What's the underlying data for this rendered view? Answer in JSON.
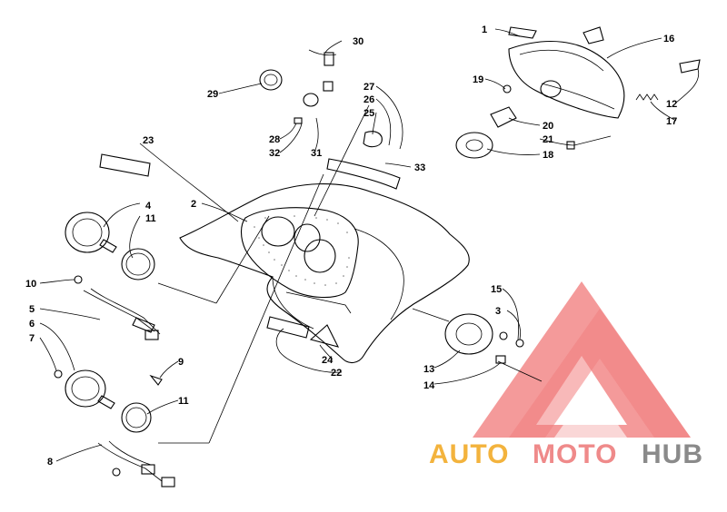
{
  "callouts": [
    {
      "id": "c1",
      "text": "1"
    },
    {
      "id": "c2",
      "text": "2"
    },
    {
      "id": "c3",
      "text": "3"
    },
    {
      "id": "c4",
      "text": "4"
    },
    {
      "id": "c5",
      "text": "5"
    },
    {
      "id": "c6",
      "text": "6"
    },
    {
      "id": "c7",
      "text": "7"
    },
    {
      "id": "c8",
      "text": "8"
    },
    {
      "id": "c9",
      "text": "9"
    },
    {
      "id": "c10",
      "text": "10"
    },
    {
      "id": "c11a",
      "text": "11"
    },
    {
      "id": "c11b",
      "text": "11"
    },
    {
      "id": "c12",
      "text": "12"
    },
    {
      "id": "c13",
      "text": "13"
    },
    {
      "id": "c14",
      "text": "14"
    },
    {
      "id": "c15",
      "text": "15"
    },
    {
      "id": "c16",
      "text": "16"
    },
    {
      "id": "c17",
      "text": "17"
    },
    {
      "id": "c18",
      "text": "18"
    },
    {
      "id": "c19",
      "text": "19"
    },
    {
      "id": "c20",
      "text": "20"
    },
    {
      "id": "c21",
      "text": "21"
    },
    {
      "id": "c22",
      "text": "22"
    },
    {
      "id": "c23",
      "text": "23"
    },
    {
      "id": "c24",
      "text": "24"
    },
    {
      "id": "c25",
      "text": "25"
    },
    {
      "id": "c26",
      "text": "26"
    },
    {
      "id": "c27",
      "text": "27"
    },
    {
      "id": "c28",
      "text": "28"
    },
    {
      "id": "c29",
      "text": "29"
    },
    {
      "id": "c30",
      "text": "30"
    },
    {
      "id": "c31",
      "text": "31"
    },
    {
      "id": "c32",
      "text": "32"
    },
    {
      "id": "c33",
      "text": "33"
    }
  ],
  "watermark": {
    "part1": "AUTO",
    "part2": "MOTO",
    "part3": "HUB",
    "colors": {
      "auto": "#f3b33d",
      "moto": "#ef8a8a",
      "hub": "#8a8a8a",
      "triangle": "#ef6a6a"
    }
  }
}
